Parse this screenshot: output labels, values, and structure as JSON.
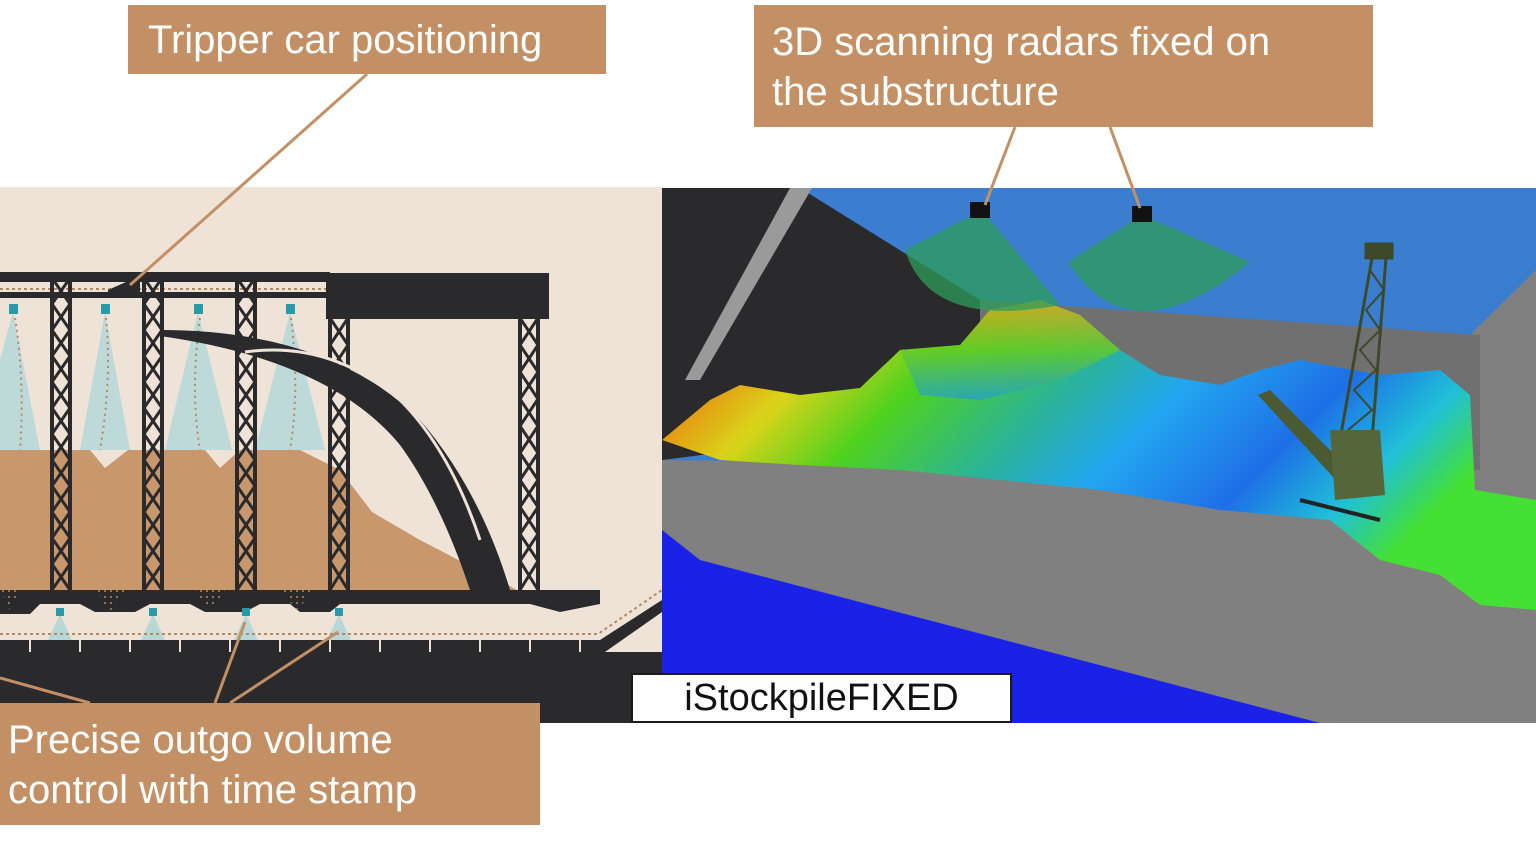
{
  "labels": {
    "tripper": "Tripper car positioning",
    "radars_line1": "3D scanning radars fixed on",
    "radars_line2": "the substructure",
    "outgo_line1": "Precise outgo volume",
    "outgo_line2": "control with time stamp"
  },
  "product_name": "iStockpileFIXED",
  "colors": {
    "label_bg": "#c38f64",
    "label_text": "#ffffff",
    "left_bg": "#efe3d8",
    "stockpile": "#c8976b",
    "structure": "#2a2a2c",
    "beam_blue": "#b8d8d8",
    "sky": "#3b7ed0",
    "wall": "#808080",
    "floor_blue": "#1a22e8",
    "radar_cone": "#2e9e5a"
  },
  "icons": {
    "radar": "radar-sensor-icon",
    "sensor": "level-sensor-icon",
    "stacker": "stacker-reclaimer-icon"
  }
}
